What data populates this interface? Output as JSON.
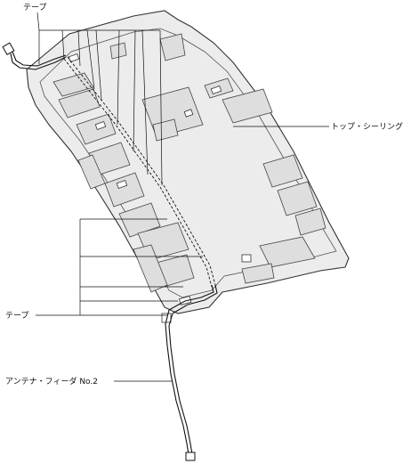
{
  "labels": {
    "tape_top": "テープ",
    "top_ceiling": "トップ・シーリング",
    "tape_bottom": "テープ",
    "antenna_feeder": "アンテナ・フィーダ No.2"
  },
  "colors": {
    "line": "#111111",
    "panel_fill": "#ececec",
    "panel_stroke": "#333333",
    "background": "#ffffff"
  }
}
